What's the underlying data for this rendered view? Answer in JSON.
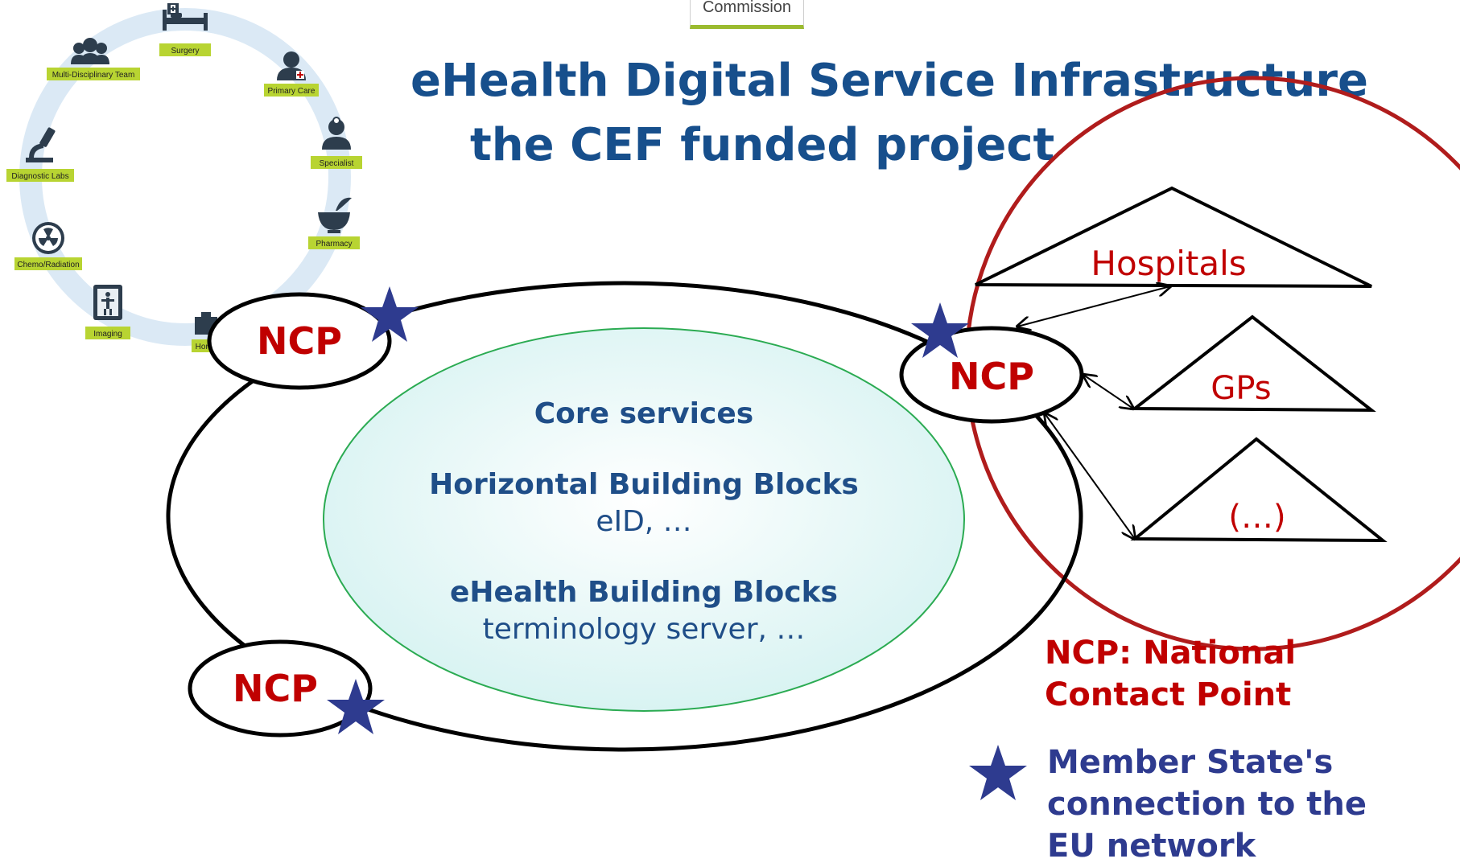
{
  "header": {
    "commission_tab": "Commission"
  },
  "title": {
    "line1": "eHealth Digital Service Infrastructure",
    "line2": "the CEF funded project"
  },
  "care_cycle": {
    "nodes": [
      {
        "label": "Surgery",
        "icon": "hospital-bed-icon"
      },
      {
        "label": "Primary Care",
        "icon": "doctor-icon"
      },
      {
        "label": "Specialist",
        "icon": "specialist-icon"
      },
      {
        "label": "Pharmacy",
        "icon": "mortar-pestle-icon"
      },
      {
        "label": "Home",
        "icon": "home-care-icon"
      },
      {
        "label": "Imaging",
        "icon": "imaging-icon"
      },
      {
        "label": "Chemo/Radiation",
        "icon": "radiation-icon"
      },
      {
        "label": "Diagnostic Labs",
        "icon": "microscope-icon"
      },
      {
        "label": "Multi-Disciplinary Team",
        "icon": "team-icon"
      }
    ],
    "colors": {
      "ring": "#dbe9f5",
      "label_bg": "#b8d432",
      "icon": "#2d3d4d"
    }
  },
  "network": {
    "ncp_label": "NCP",
    "core": {
      "heading": "Core services",
      "horizontal_heading": "Horizontal Building Blocks",
      "horizontal_items": "eID, …",
      "ehealth_heading": "eHealth Building Blocks",
      "ehealth_items": "terminology server, …"
    },
    "national": {
      "hospitals": "Hospitals",
      "gps": "GPs",
      "others": "(…)"
    }
  },
  "legend": {
    "ncp": "NCP: National Contact Point",
    "member_state": "Member State's connection to the EU network"
  },
  "colors": {
    "title": "#174f8c",
    "core_text": "#1f4e88",
    "ncp_text": "#c00000",
    "national_circle": "#b01c1c",
    "star": "#2e3b8f",
    "core_fill": "#e4f7f6",
    "core_stroke": "#2bab52"
  }
}
